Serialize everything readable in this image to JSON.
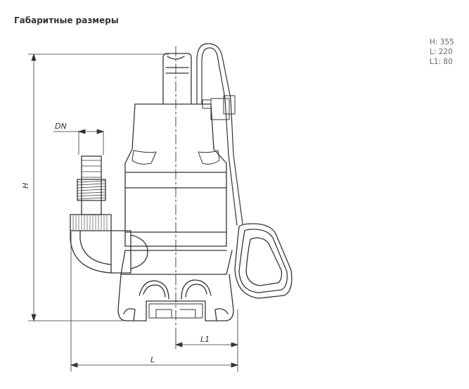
{
  "title": "Габаритные размеры",
  "dimensions": {
    "h": "H: 355",
    "l": "L: 220",
    "l1": "L1: 80"
  },
  "drawing_labels": {
    "dn": "DN",
    "h": "H",
    "l": "L",
    "l1": "L1"
  }
}
